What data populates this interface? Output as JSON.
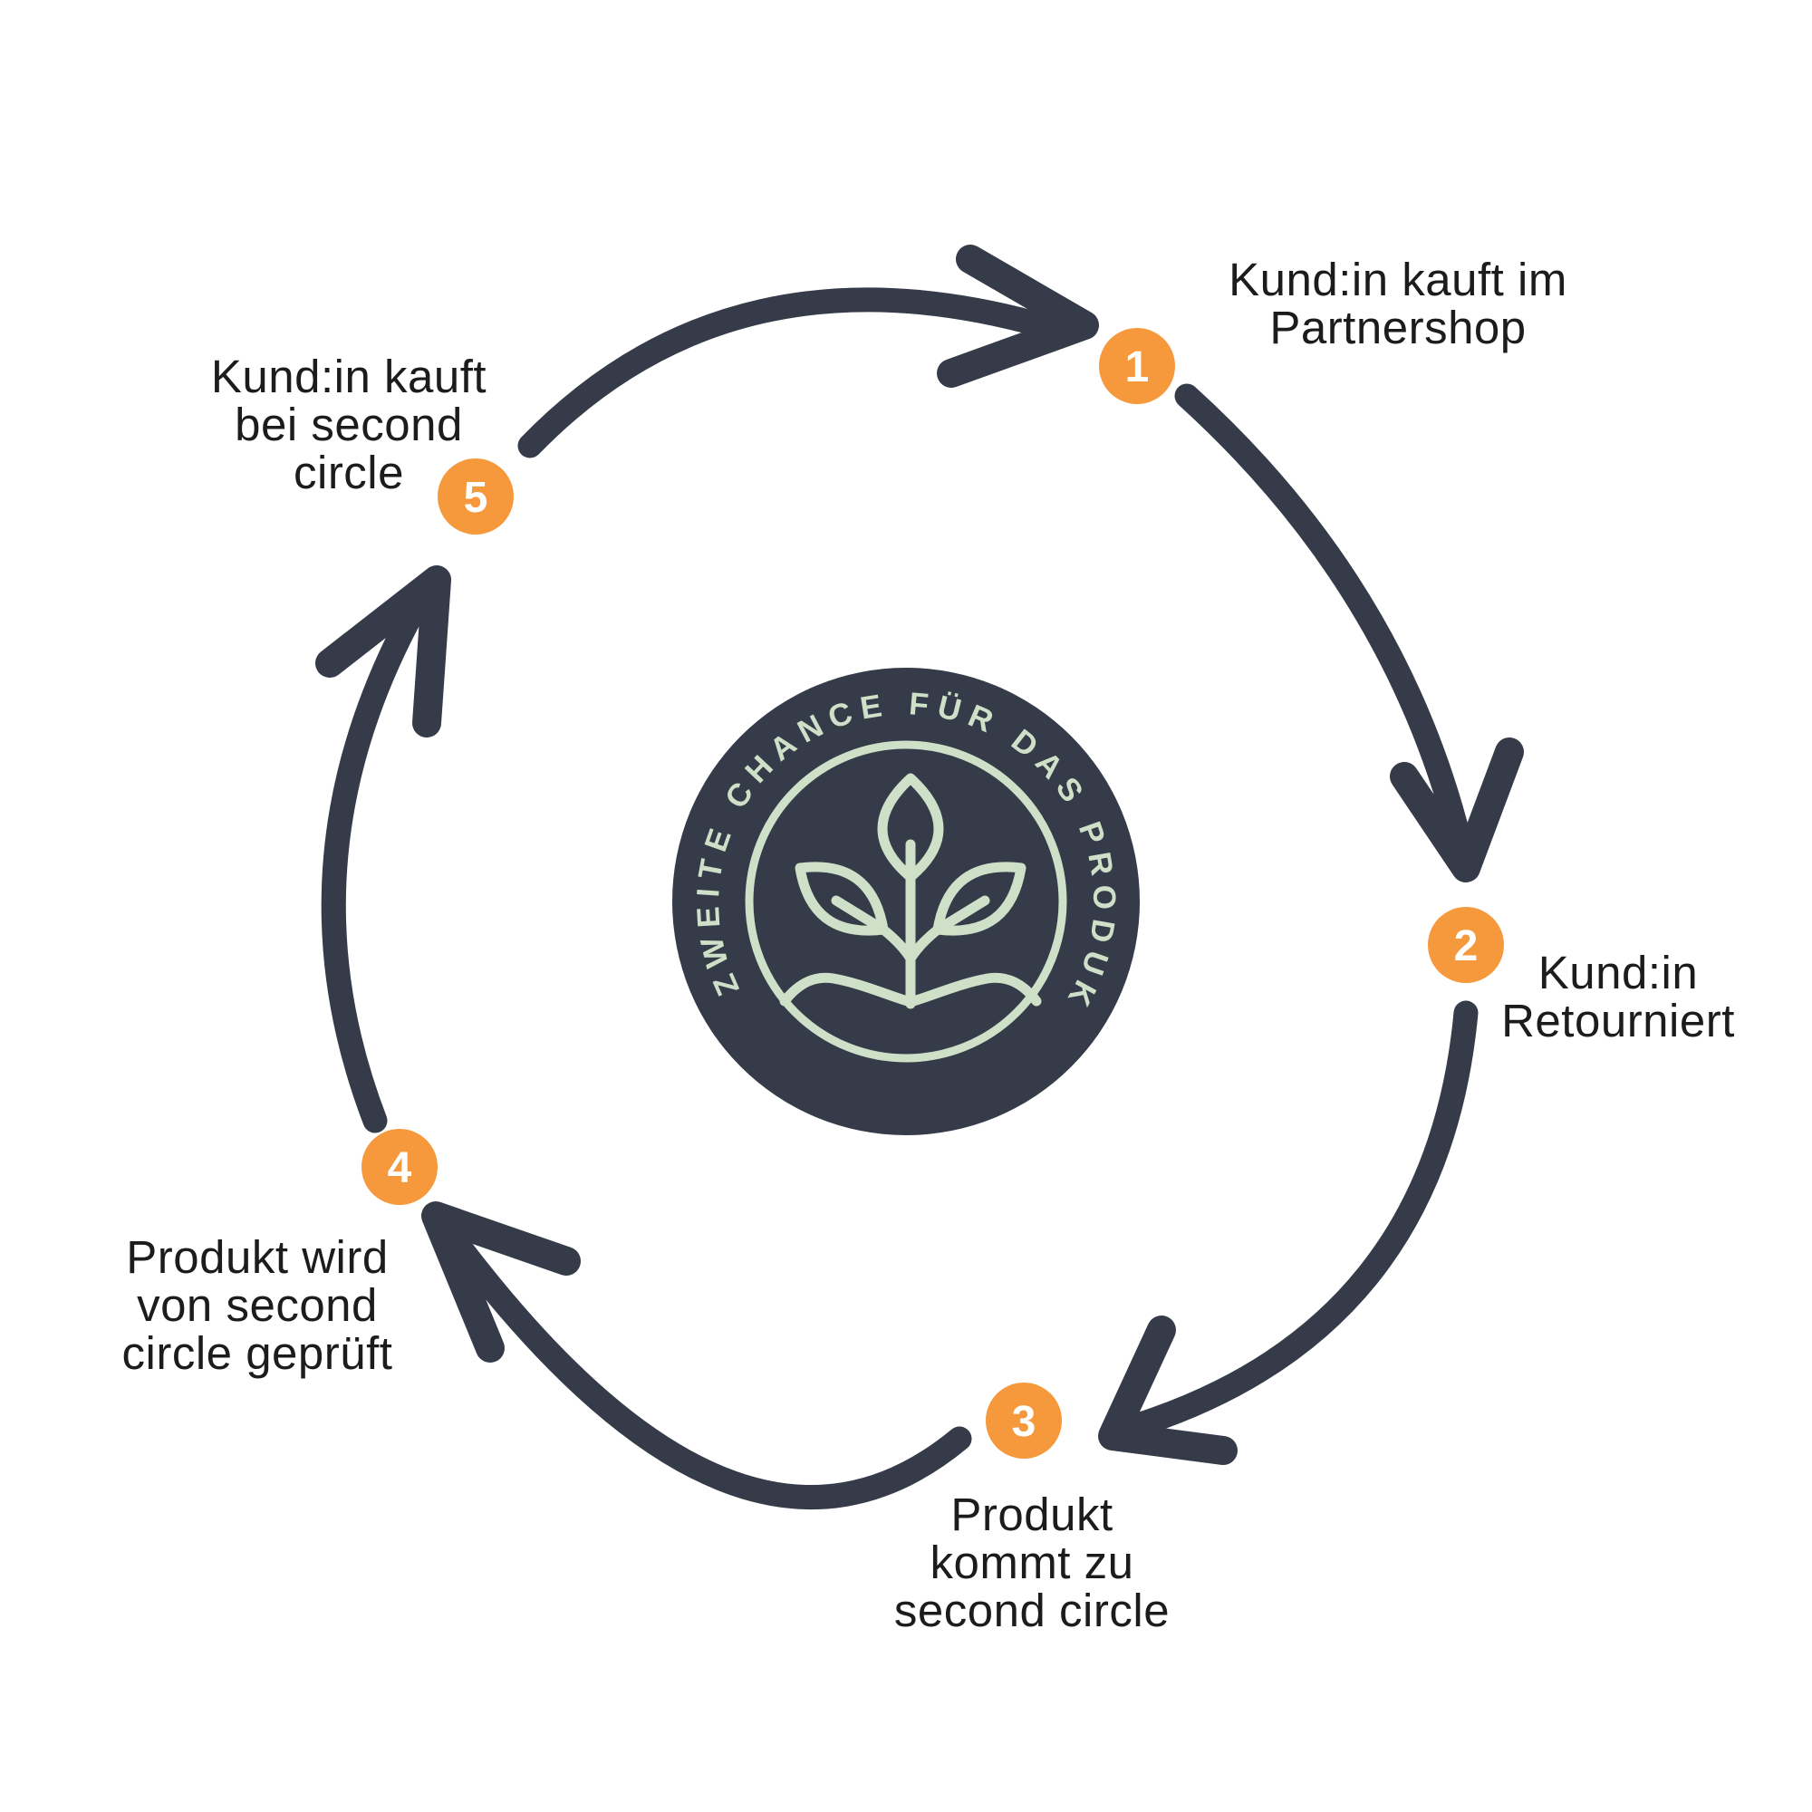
{
  "badge": {
    "arc_text": "ZWEITE CHANCE FÜR DAS PRODUKT",
    "icon": "plant-sprout-icon"
  },
  "steps": [
    {
      "number": "1",
      "label": "Kund:in kauft im\nPartnershop"
    },
    {
      "number": "2",
      "label": "Kund:in\nRetourniert"
    },
    {
      "number": "3",
      "label": "Produkt\nkommt zu\nsecond circle"
    },
    {
      "number": "4",
      "label": "Produkt wird\nvon second\ncircle geprüft"
    },
    {
      "number": "5",
      "label": "Kund:in kauft\nbei second\ncircle"
    }
  ],
  "colors": {
    "dark": "#353b49",
    "green": "#cfe0c8",
    "orange": "#f6993c",
    "label": "#1c1c1c",
    "background": "#ffffff"
  }
}
